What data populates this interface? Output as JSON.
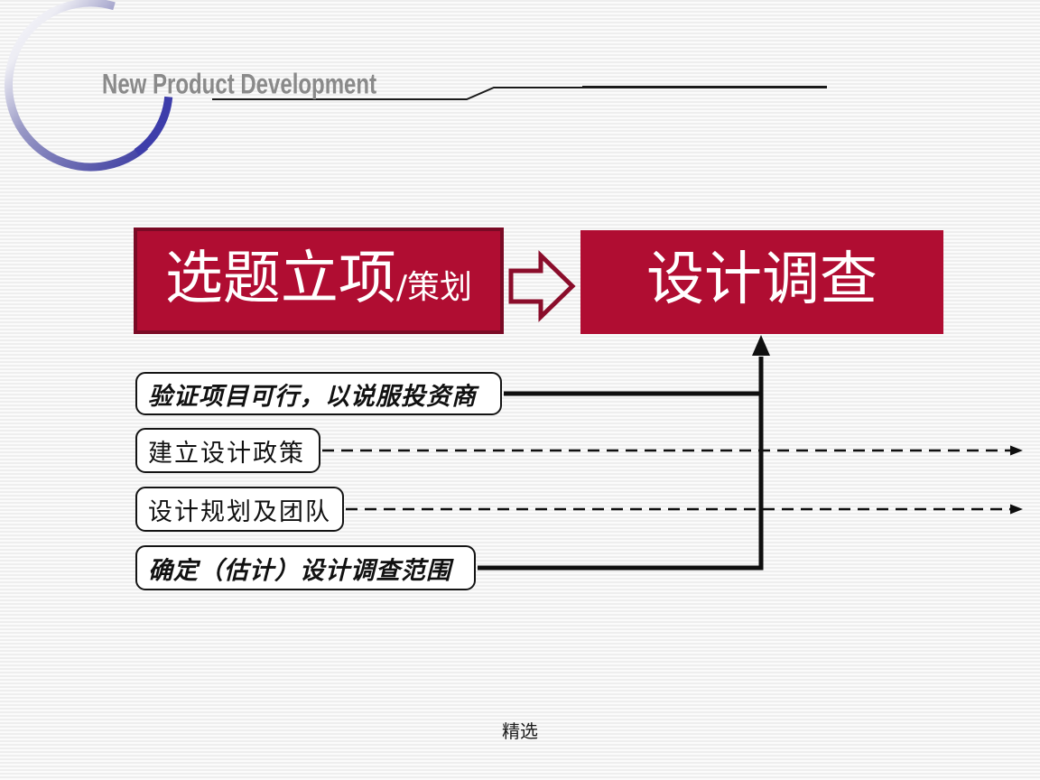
{
  "slide": {
    "header": {
      "title": "New Product Development"
    },
    "flow": {
      "stage1": {
        "main": "选题立项",
        "suffix": "/策划"
      },
      "stage2": {
        "label": "设计调查"
      }
    },
    "tasks": [
      {
        "label": "验证项目可行，以说服投资商",
        "style": "italic",
        "connector": "solid"
      },
      {
        "label": "建立设计政策",
        "style": "normal",
        "connector": "dashed"
      },
      {
        "label": "设计规划及团队",
        "style": "normal",
        "connector": "dashed"
      },
      {
        "label": "确定（估计）设计调查范围",
        "style": "italic",
        "connector": "solid"
      }
    ],
    "footer": {
      "watermark": "精选"
    },
    "colors": {
      "stage_fill": "#b00d32",
      "stage_border": "#7a0a25",
      "arrow_outline": "#8b0d2b",
      "connector_black": "#0f0f0f",
      "title_gray": "#8a8a8a",
      "arc_blue": "#3232a0"
    }
  }
}
